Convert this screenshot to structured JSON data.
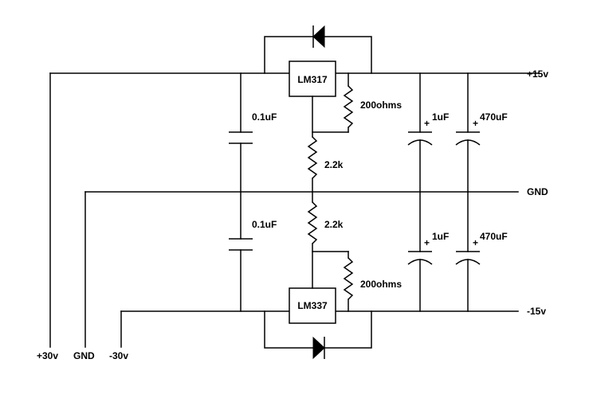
{
  "regulators": {
    "positive": "LM317",
    "negative": "LM337"
  },
  "rails": {
    "out_pos": "+15v",
    "gnd": "GND",
    "out_neg": "-15v"
  },
  "inputs": {
    "pos": "+30v",
    "gnd": "GND",
    "neg": "-30v"
  },
  "components": {
    "c_in_top": "0.1uF",
    "c_in_bottom": "0.1uF",
    "r_adj_top": "200ohms",
    "r_adj_bottom": "200ohms",
    "r_mid_top": "2.2k",
    "r_mid_bottom": "2.2k",
    "c_out_small_top": "1uF",
    "c_out_big_top": "470uF",
    "c_out_small_bottom": "1uF",
    "c_out_big_bottom": "470uF",
    "polarity_mark": "+"
  }
}
